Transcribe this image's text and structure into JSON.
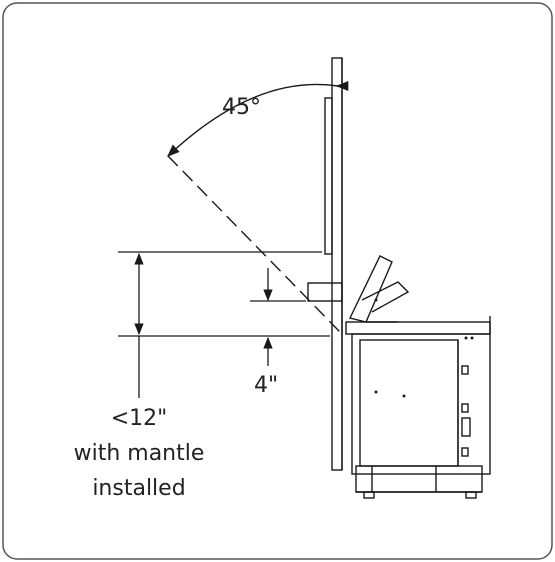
{
  "angle_label": "45°",
  "offset_label": "4\"",
  "clearance_label": {
    "line1": "<12\"",
    "line2": "with mantle",
    "line3": "installed"
  },
  "colors": {
    "line": "#1a1a1a",
    "border": "#555555",
    "text": "#222222"
  }
}
